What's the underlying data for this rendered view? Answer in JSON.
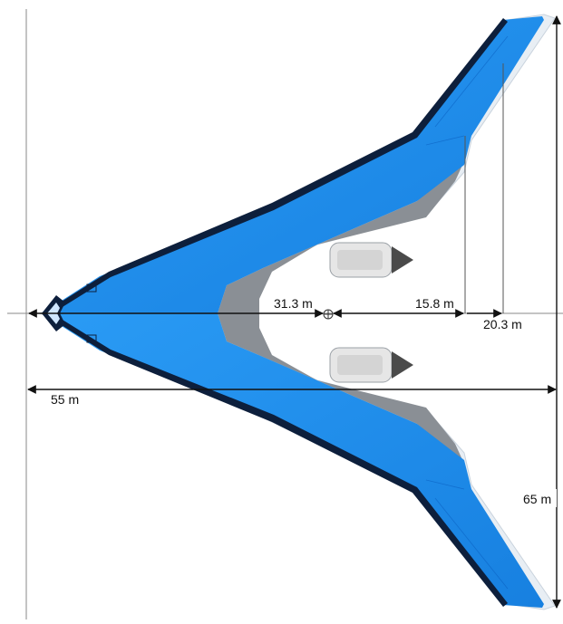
{
  "diagram": {
    "colors": {
      "wing_blue": "#1f8ff0",
      "wing_blue_dark": "#0a5fc0",
      "leading_edge_navy": "#0d1f3c",
      "trailing_edge_white": "#e8eef4",
      "fuselage_gray": "#8a8f95",
      "engine_light": "#e6e6e6",
      "dimension_line": "#111111",
      "reference_line": "#888888"
    },
    "dimensions": {
      "center_to_pivot": "31.3 m",
      "inner_tip_offset": "15.8 m",
      "outer_tip_offset": "20.3 m",
      "overall_length": "55 m",
      "wingspan": "65 m"
    }
  }
}
